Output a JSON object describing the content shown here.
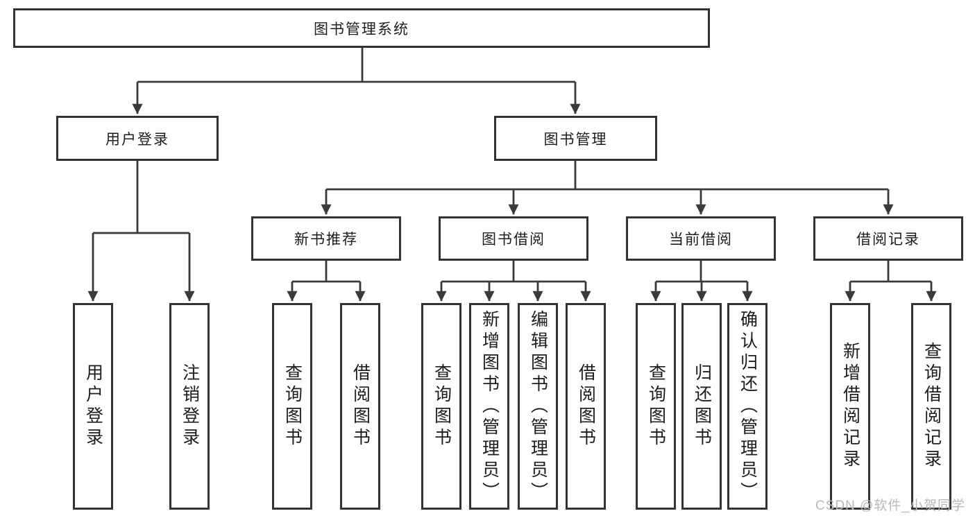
{
  "diagram_title": "图书管理系统",
  "tree": {
    "label": "图书管理系统",
    "children": [
      {
        "label": "用户登录",
        "children": [
          {
            "label": "用户登录"
          },
          {
            "label": "注销登录"
          }
        ]
      },
      {
        "label": "图书管理",
        "children": [
          {
            "label": "新书推荐",
            "children": [
              {
                "label": "查询图书"
              },
              {
                "label": "借阅图书"
              }
            ]
          },
          {
            "label": "图书借阅",
            "children": [
              {
                "label": "查询图书"
              },
              {
                "label": "新增图书（管理员）"
              },
              {
                "label": "编辑图书（管理员）"
              },
              {
                "label": "借阅图书"
              }
            ]
          },
          {
            "label": "当前借阅",
            "children": [
              {
                "label": "查询图书"
              },
              {
                "label": "归还图书"
              },
              {
                "label": "确认归还（管理员）"
              }
            ]
          },
          {
            "label": "借阅记录",
            "children": [
              {
                "label": "新增借阅记录"
              },
              {
                "label": "查询借阅记录"
              }
            ]
          }
        ]
      }
    ]
  },
  "watermark": {
    "text": "CSDN @软件_小贺同学"
  },
  "colors": {
    "line": "#3a3a3a",
    "box_border": "#333333",
    "text": "#1c1c1c",
    "watermark": "#b8b8b8"
  }
}
